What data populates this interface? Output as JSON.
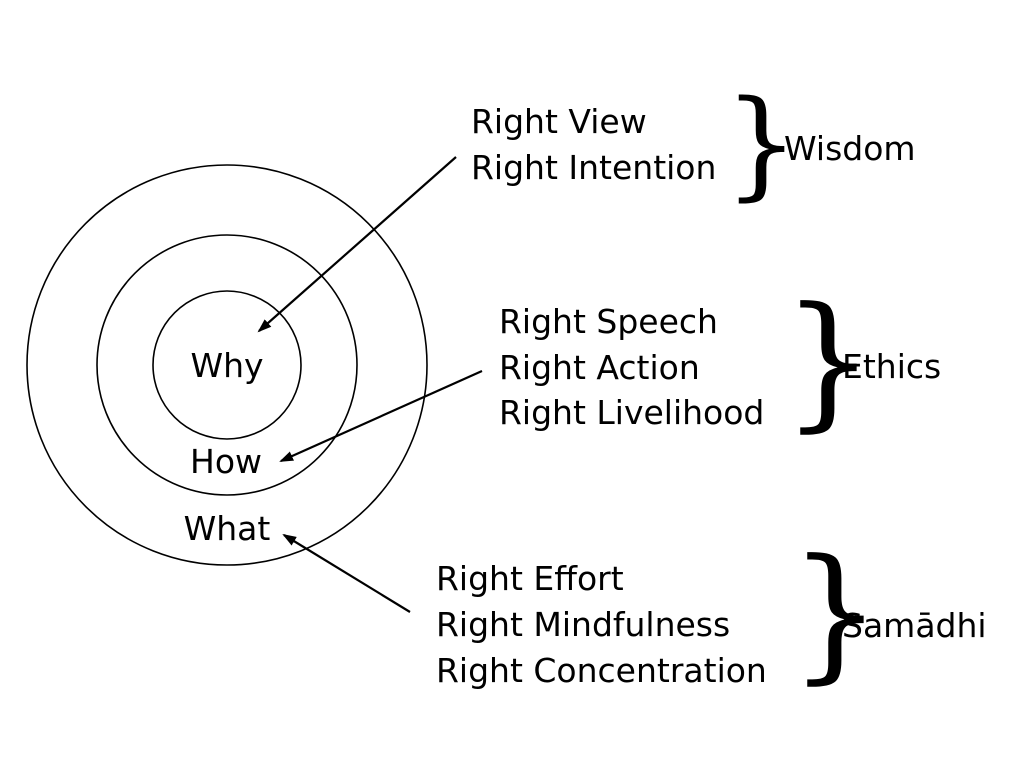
{
  "rings": [
    {
      "label": "Why"
    },
    {
      "label": "How"
    },
    {
      "label": "What"
    }
  ],
  "groups": [
    {
      "name": "Wisdom",
      "items": [
        "Right View",
        "Right Intention"
      ]
    },
    {
      "name": "Ethics",
      "items": [
        "Right Speech",
        "Right Action",
        "Right Livelihood"
      ]
    },
    {
      "name": "Samādhi",
      "items": [
        "Right Effort",
        "Right Mindfulness",
        "Right Concentration"
      ]
    }
  ],
  "brace_glyph": "}",
  "colors": {
    "ink": "#000000",
    "background": "#ffffff"
  }
}
